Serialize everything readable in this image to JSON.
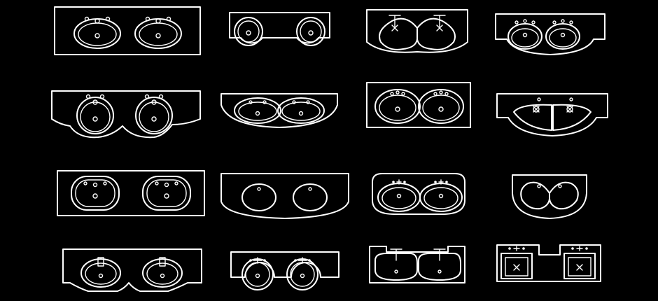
{
  "canvas": {
    "background": "#000000",
    "stroke": "#ffffff"
  },
  "symbols": [
    {
      "id": "r1c1",
      "variant": "rect-top-double-oval"
    },
    {
      "id": "r1c2",
      "variant": "rect-round-bowls"
    },
    {
      "id": "r1c3",
      "variant": "rect-shell-bowls"
    },
    {
      "id": "r1c4",
      "variant": "curved-front-double-oval"
    },
    {
      "id": "r2c1",
      "variant": "shaped-top-round-bowls"
    },
    {
      "id": "r2c2",
      "variant": "bow-front-joined-ovals"
    },
    {
      "id": "r2c3",
      "variant": "rect-wide-ovals"
    },
    {
      "id": "r2c4",
      "variant": "curved-front-split-bowl"
    },
    {
      "id": "r3c1",
      "variant": "rect-rounded-rect-bowls"
    },
    {
      "id": "r3c2",
      "variant": "bow-front-plain-ovals"
    },
    {
      "id": "r3c3",
      "variant": "rounded-twin-ovals"
    },
    {
      "id": "r3c4",
      "variant": "rounded-shell-bowls"
    },
    {
      "id": "r4c1",
      "variant": "stepped-front-double-oval"
    },
    {
      "id": "r4c2",
      "variant": "rect-round-bowls-front"
    },
    {
      "id": "r4c3",
      "variant": "stepped-back-oval-bowls"
    },
    {
      "id": "r4c4",
      "variant": "stepped-square-bowls"
    }
  ]
}
